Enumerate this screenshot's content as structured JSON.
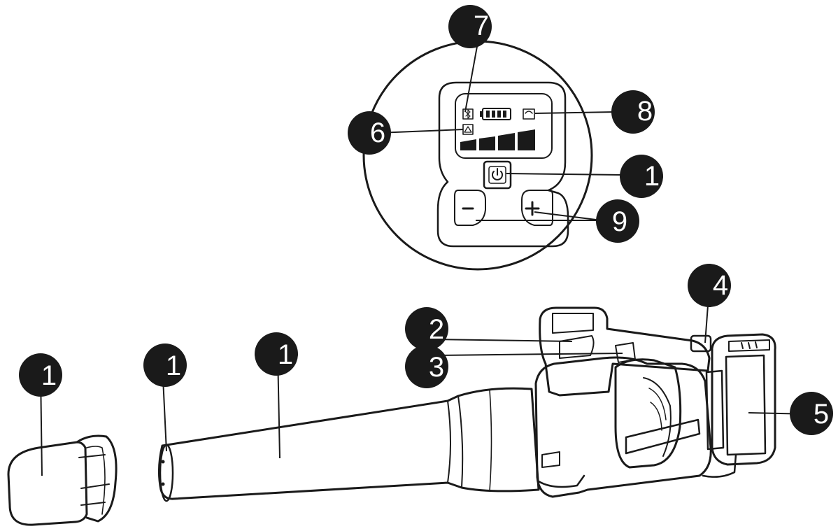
{
  "callouts": [
    {
      "id": "c7",
      "label": "7"
    },
    {
      "id": "c8",
      "label": "8"
    },
    {
      "id": "c6",
      "label": "6"
    },
    {
      "id": "c1-power",
      "label": "1"
    },
    {
      "id": "c9",
      "label": "9"
    },
    {
      "id": "c4",
      "label": "4"
    },
    {
      "id": "c2",
      "label": "2"
    },
    {
      "id": "c3",
      "label": "3"
    },
    {
      "id": "c5",
      "label": "5"
    },
    {
      "id": "c1-nozzle",
      "label": "1"
    },
    {
      "id": "c1-tube-end",
      "label": "1"
    },
    {
      "id": "c1-tube",
      "label": "1"
    }
  ],
  "colors": {
    "ink": "#1a1a1a",
    "callout_fill": "#1a1a1a",
    "callout_text": "#ffffff",
    "paper": "#ffffff"
  },
  "icons": [
    "power-icon",
    "minus-icon",
    "plus-icon",
    "battery-level-icon",
    "warning-icon",
    "bluetooth-icon",
    "lock-icon"
  ]
}
